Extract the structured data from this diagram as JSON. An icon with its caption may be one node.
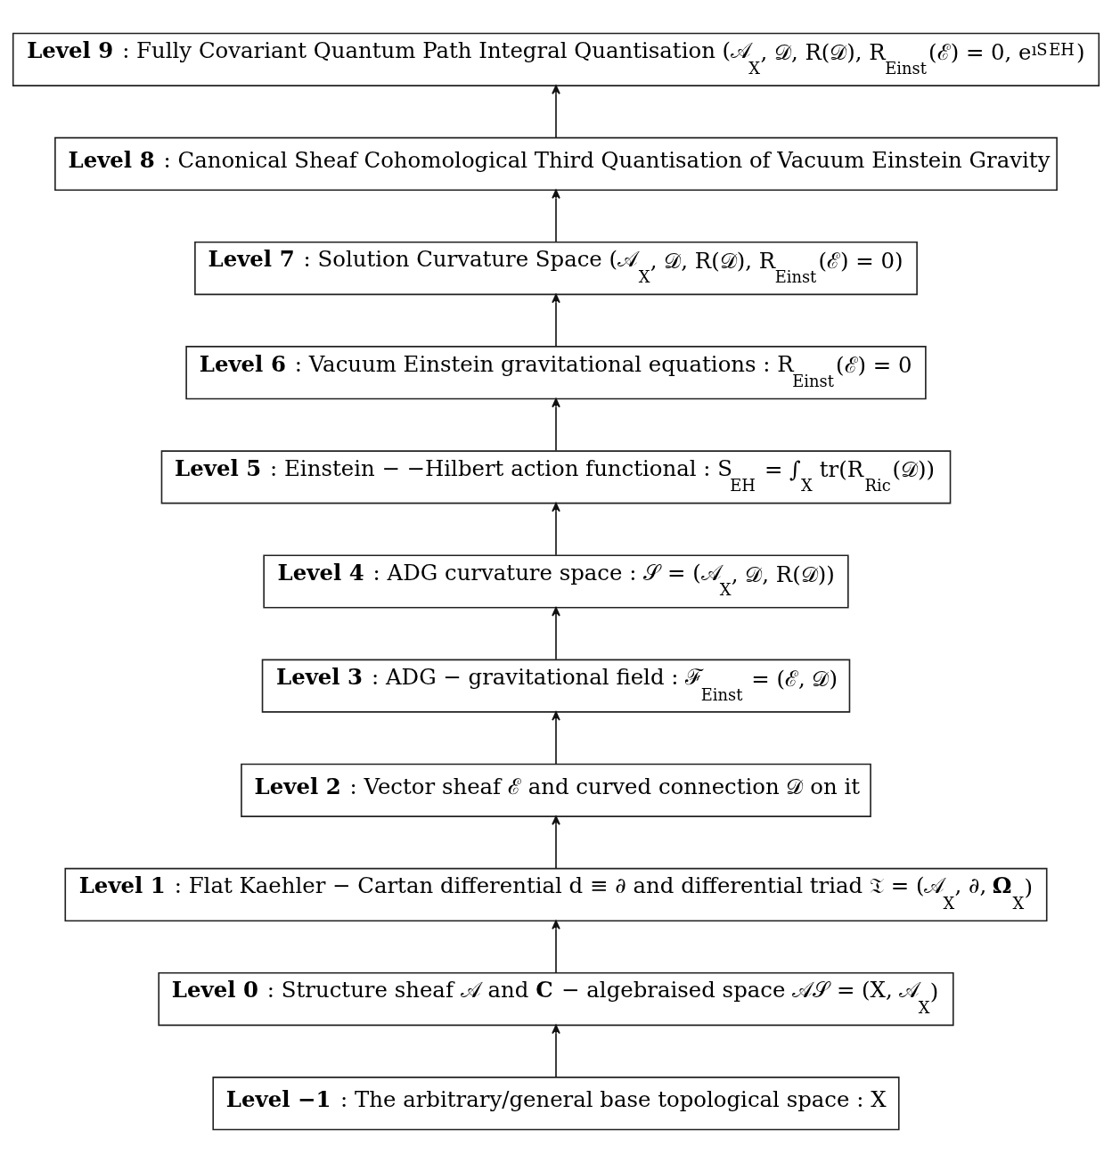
{
  "diagram": {
    "nodes": [
      {
        "text": [
          "**Level 9** : Fully Covariant Quantum Path Integral Quantisation (𝒜$_{X}$, 𝒟, R(𝒟), R$_{Einst}$(ℰ) = 0, e$^{ıS}$$^{EH}$)"
        ]
      },
      {
        "text": [
          "**Level 8** : Canonical Sheaf Cohomological Third Quantisation of Vacuum Einstein Gravity"
        ]
      },
      {
        "text": [
          "**Level 7** : Solution Curvature Space (𝒜$_{X}$, 𝒟, R(𝒟), R$_{Einst}$(ℰ) = 0)"
        ]
      },
      {
        "text": [
          "**Level 6** : Vacuum Einstein gravitational equations : R$_{Einst}$(ℰ) = 0"
        ]
      },
      {
        "text": [
          "**Level 5** : Einstein − −Hilbert action functional : S$_{EH}$ = ∫$_{X}$ tr(R$_{Ric}$(𝒟))"
        ]
      },
      {
        "text": [
          "**Level 4** : ADG curvature space : 𝒮 = (𝒜$_{X}$, 𝒟, R(𝒟))"
        ]
      },
      {
        "text": [
          "**Level 3** : ADG − gravitational field : ℱ$_{Einst}$ = (ℰ, 𝒟)"
        ]
      },
      {
        "text": [
          "**Level 2** : Vector sheaf ℰ and curved connection 𝒟 on it"
        ]
      },
      {
        "text": [
          "**Level 1** : Flat Kaehler − Cartan differential d ≡ ∂ and differential triad 𝔗 = (𝒜$_{X}$, ∂, **Ω**$_{X}$)"
        ]
      },
      {
        "text": [
          "**Level 0** : Structure sheaf 𝒜 and **C** − algebraised space 𝒜𝒮 = (X, 𝒜$_{X}$)"
        ]
      },
      {
        "text": [
          "**Level −1** : The arbitrary/general base topological space : X"
        ]
      }
    ],
    "edges": [
      {
        "from": 1,
        "to": 0,
        "arrow": "to"
      },
      {
        "from": 2,
        "to": 1,
        "arrow": "to"
      },
      {
        "from": 3,
        "to": 2,
        "arrow": "to"
      },
      {
        "from": 4,
        "to": 3,
        "arrow": "to"
      },
      {
        "from": 5,
        "to": 4,
        "arrow": "to"
      },
      {
        "from": 6,
        "to": 5,
        "arrow": "to"
      },
      {
        "from": 7,
        "to": 6,
        "arrow": "to"
      },
      {
        "from": 8,
        "to": 7,
        "arrow": "to"
      },
      {
        "from": 9,
        "to": 8,
        "arrow": "to"
      },
      {
        "from": 10,
        "to": 9,
        "arrow": "to"
      }
    ]
  }
}
